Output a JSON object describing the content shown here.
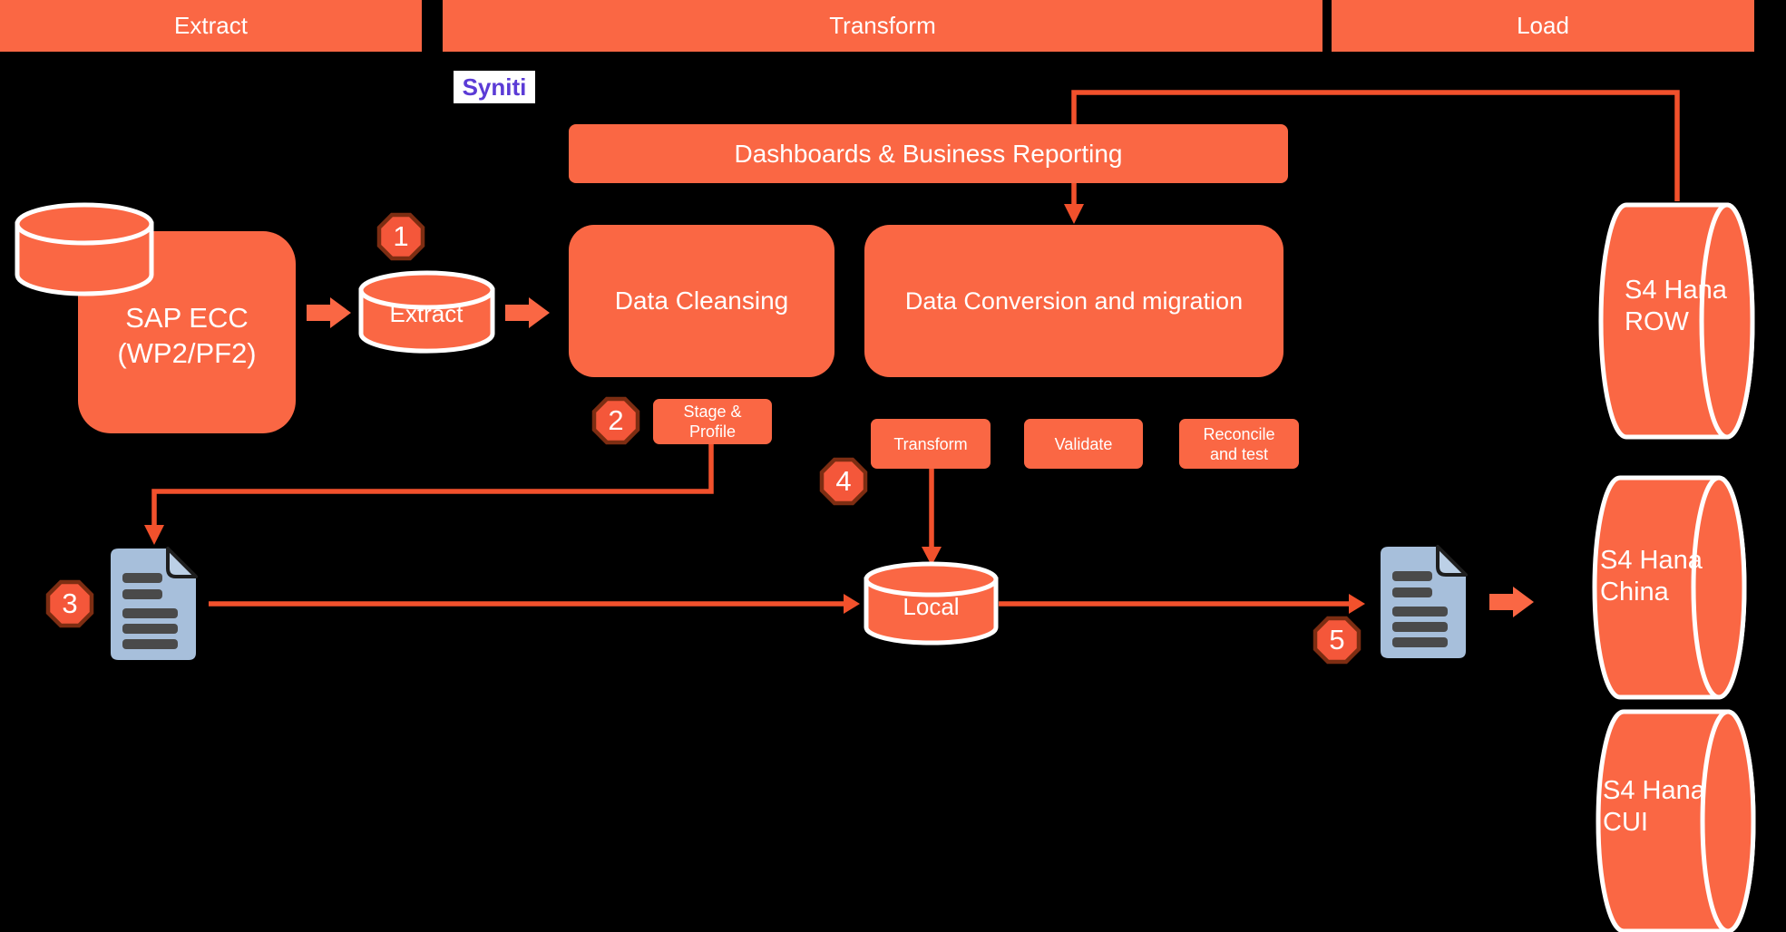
{
  "header": {
    "extract": "Extract",
    "transform": "Transform",
    "load": "Load"
  },
  "logo_text": "Syniti",
  "boxes": {
    "dashboards": "Dashboards & Business Reporting",
    "sap_ecc_line1": "SAP ECC",
    "sap_ecc_line2": "(WP2/PF2)",
    "extract_cylinder": "Extract",
    "data_cleansing": "Data Cleansing",
    "data_conversion": "Data Conversion and migration",
    "stage_profile_line1": "Stage &",
    "stage_profile_line2": "Profile",
    "transform_step": "Transform",
    "validate_step": "Validate",
    "reconcile_line1": "Reconcile",
    "reconcile_line2": "and test",
    "local_cylinder": "Local",
    "s4_row_line1": "S4 Hana",
    "s4_row_line2": "ROW",
    "s4_china_line1": "S4 Hana",
    "s4_china_line2": "China",
    "s4_cui_line1": "S4 Hana",
    "s4_cui_line2": "CUI"
  },
  "badges": {
    "step1": "1",
    "step2": "2",
    "step3": "3",
    "step4": "4",
    "step5": "5"
  },
  "colors": {
    "background": "#000000",
    "orange": "#FA6744",
    "connector": "#F2512C",
    "badge_fill": "#F4573A",
    "badge_border": "#7D2D12",
    "doc_fill": "#A7BFDB",
    "doc_line": "#4A4A4A",
    "logo_color": "#5B3BD6"
  }
}
